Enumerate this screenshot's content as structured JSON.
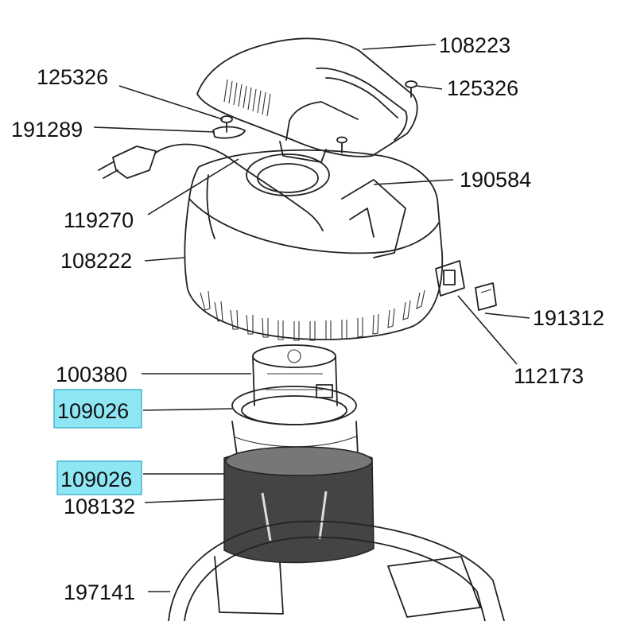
{
  "highlight_color": "#8ee6f5",
  "labels": {
    "l_108223": "108223",
    "l_125326_left": "125326",
    "l_125326_right": "125326",
    "l_191289": "191289",
    "l_190584": "190584",
    "l_119270": "119270",
    "l_108222": "108222",
    "l_191312": "191312",
    "l_112173": "112173",
    "l_100380": "100380",
    "l_109026_upper": "109026",
    "l_109026_lower": "109026",
    "l_108132": "108132",
    "l_197141": "197141"
  }
}
